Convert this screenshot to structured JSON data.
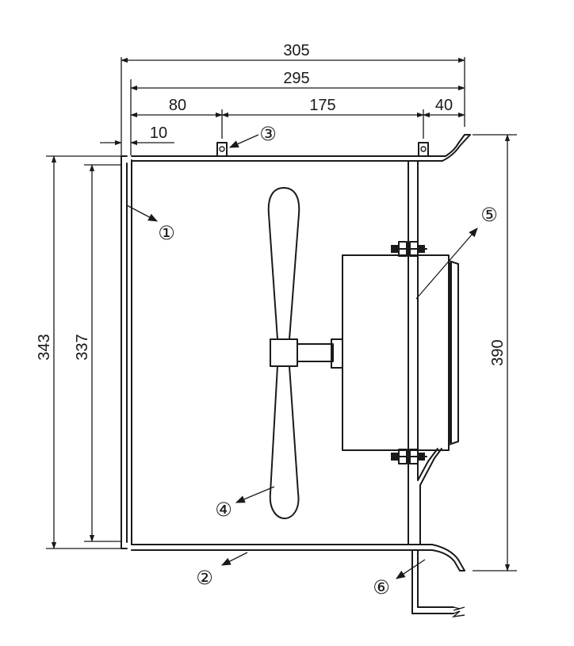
{
  "dimensions": {
    "total_width": "305",
    "inner_width": "295",
    "left_offset": "80",
    "mount_spacing": "175",
    "right_offset": "40",
    "flange": "10",
    "outer_height": "343",
    "inner_height": "337",
    "total_height": "390"
  },
  "callouts": [
    "①",
    "②",
    "③",
    "④",
    "⑤",
    "⑥"
  ],
  "colors": {
    "line": "#1a1a1a",
    "background": "#ffffff"
  }
}
